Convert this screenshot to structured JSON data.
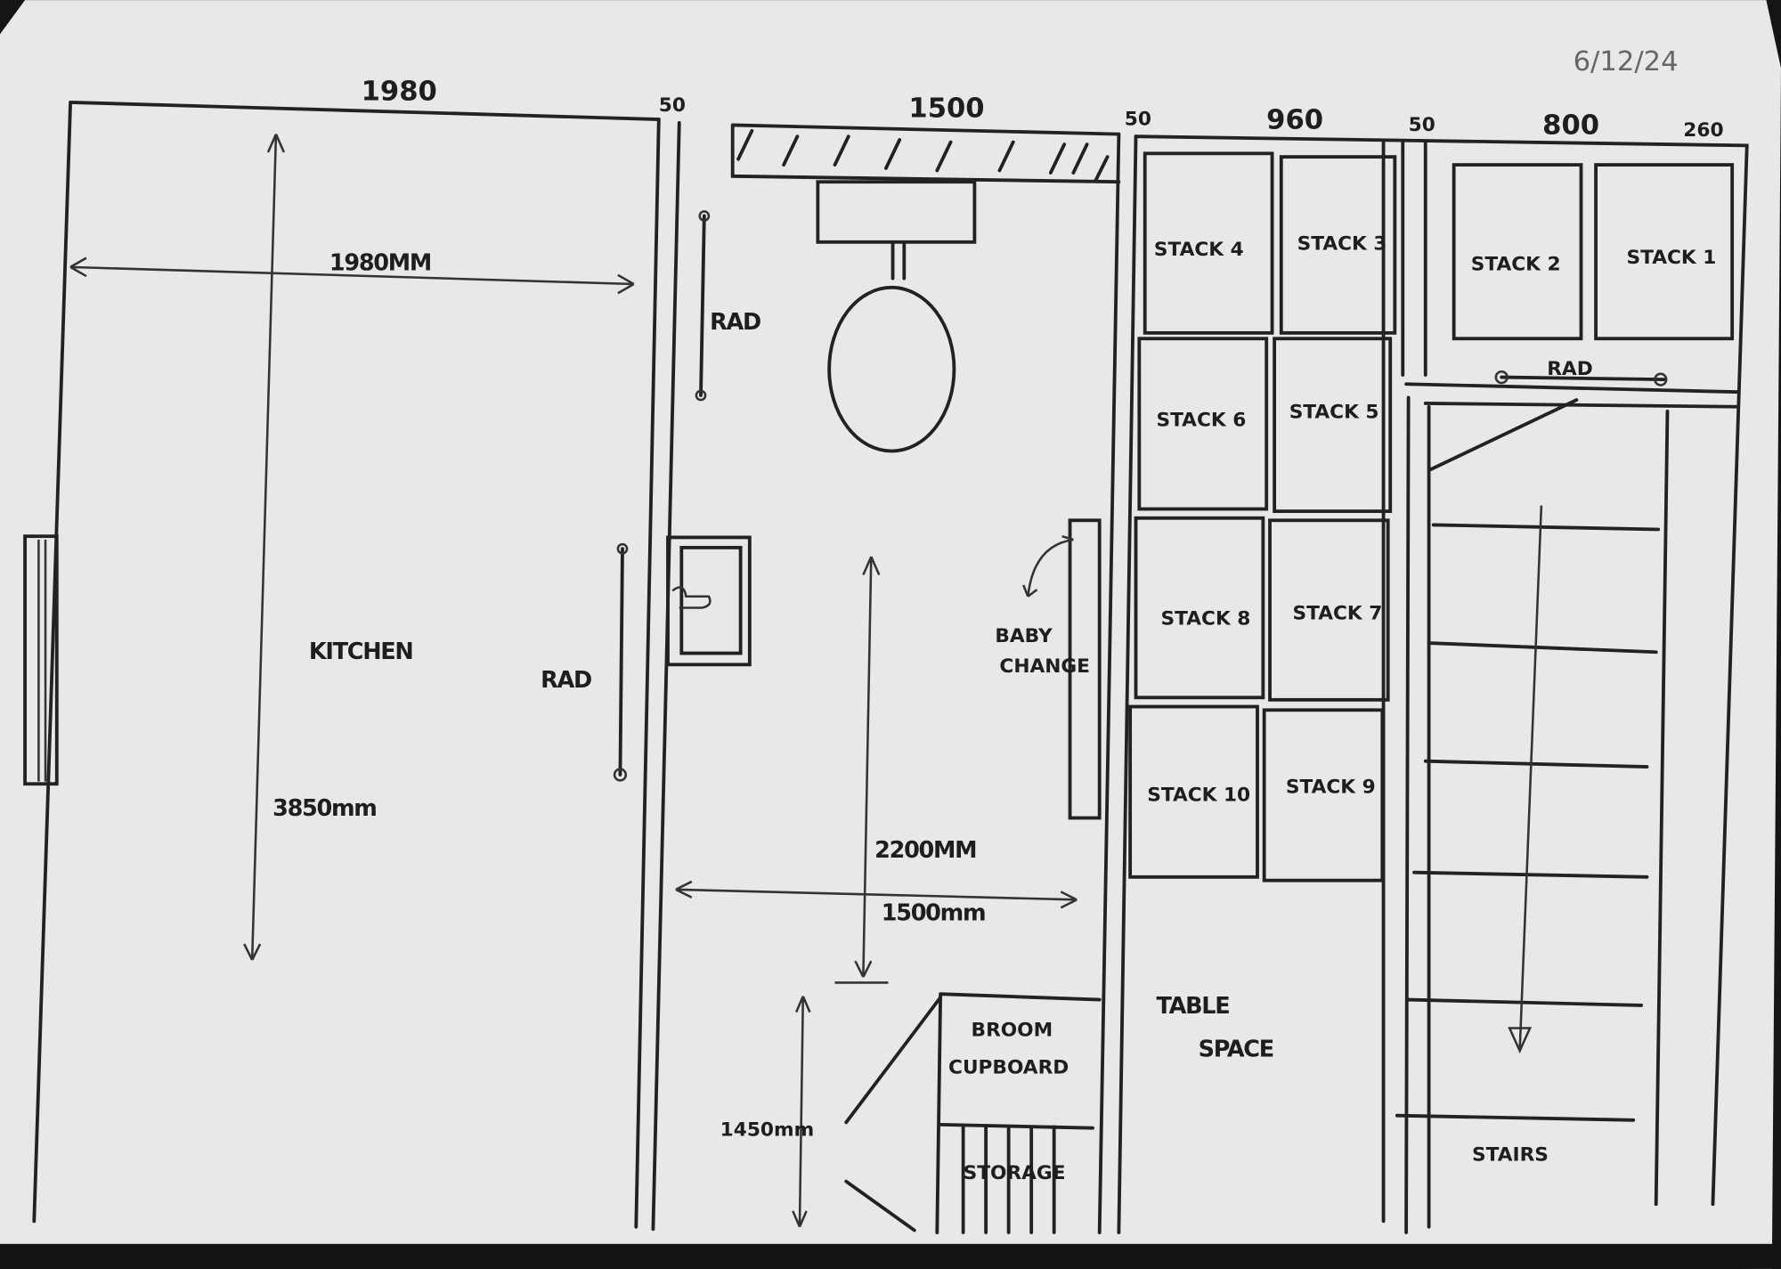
{
  "date": "6/12/24",
  "top_dimensions": [
    "1980",
    "50",
    "1500",
    "50",
    "960",
    "50",
    "800",
    "260"
  ],
  "kitchen": {
    "label": "KITCHEN",
    "width": "1980MM",
    "length": "3850mm",
    "radiator": "RAD"
  },
  "bathroom": {
    "radiator": "RAD",
    "baby_change": [
      "BABY",
      "CHANGE"
    ],
    "length": "2200MM",
    "width": "1500mm",
    "lower_length": "1450mm"
  },
  "broom_cupboard": [
    "BROOM",
    "CUPBOARD"
  ],
  "storage": "STORAGE",
  "table_space": [
    "TABLE",
    "SPACE"
  ],
  "stacks": [
    "STACK 1",
    "STACK 2",
    "STACK 3",
    "STACK 4",
    "STACK 5",
    "STACK 6",
    "STACK 7",
    "STACK 8",
    "STACK 9",
    "STACK 10"
  ],
  "stairs": {
    "label": "STAIRS",
    "radiator": "RAD"
  }
}
